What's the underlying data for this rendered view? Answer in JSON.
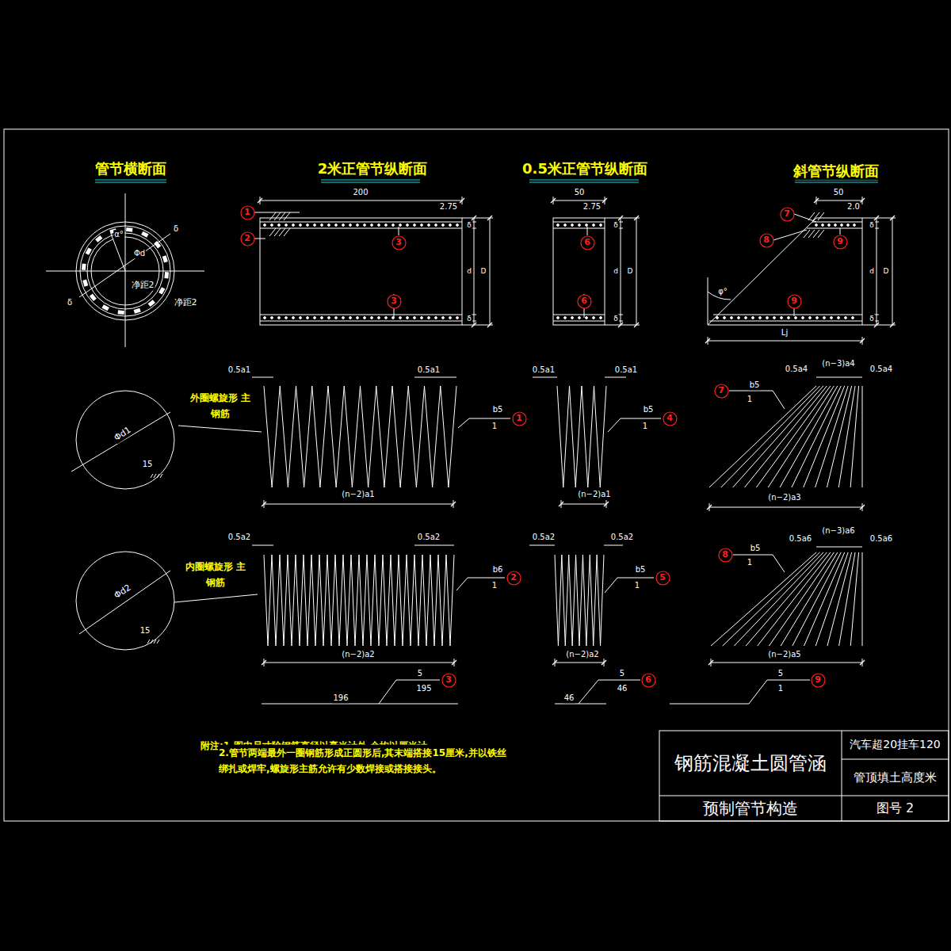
{
  "diagram": {
    "nodes": [
      {
        "text": [
          "1"
        ]
      },
      {
        "text": [
          "2"
        ]
      },
      {
        "text": [
          "3"
        ]
      },
      {
        "text": [
          "3"
        ]
      },
      {
        "text": [
          "6"
        ]
      },
      {
        "text": [
          "6"
        ]
      },
      {
        "text": [
          "7"
        ]
      },
      {
        "text": [
          "8"
        ]
      },
      {
        "text": [
          "9"
        ]
      },
      {
        "text": [
          "9"
        ]
      },
      {
        "text": [
          "1"
        ]
      },
      {
        "text": [
          "4"
        ]
      },
      {
        "text": [
          "7"
        ]
      },
      {
        "text": [
          "2"
        ]
      },
      {
        "text": [
          "5"
        ]
      },
      {
        "text": [
          "8"
        ]
      },
      {
        "text": [
          "3"
        ]
      },
      {
        "text": [
          "6"
        ]
      },
      {
        "text": [
          "9"
        ]
      },
      {
        "text": [
          "钢筋混凝土圆管涵"
        ]
      },
      {
        "text": [
          "汽车超20挂车120"
        ]
      },
      {
        "text": [
          "管顶填土高度米"
        ]
      },
      {
        "text": [
          "预制管节构造"
        ]
      },
      {
        "text": [
          "图号 2"
        ]
      }
    ],
    "labels": [
      "管节横断面",
      "2米正管节纵断面",
      "0.5米正管节纵断面",
      "斜管节纵断面",
      "α°",
      "Φd",
      "δ",
      "δ",
      "净距2",
      "净距2",
      "200",
      "2.75",
      "δ",
      "d",
      "δ",
      "D",
      "50",
      "2.75",
      "δ",
      "d",
      "δ",
      "D",
      "50",
      "2.0",
      "δ",
      "d",
      "δ",
      "D",
      "φ°",
      "Lj",
      "0.5a1",
      "0.5a1",
      "外圈螺旋形 主钢筋",
      "Φd1",
      "15",
      "b5",
      "1",
      "(n−2)a1",
      "0.5a1",
      "0.5a1",
      "b5",
      "1",
      "(n−2)a1",
      "0.5a4",
      "(n−3)a4",
      "0.5a4",
      "b5",
      "1",
      "(n−2)a3",
      "0.5a2",
      "0.5a2",
      "内圈螺旋形 主钢筋",
      "Φd2",
      "15",
      "b6",
      "1",
      "(n−2)a2",
      "0.5a2",
      "0.5a2",
      "b5",
      "1",
      "(n−2)a2",
      "0.5a6",
      "(n−3)a6",
      "0.5a6",
      "b5",
      "1",
      "(n−2)a5",
      "196",
      "5",
      "195",
      "46",
      "5",
      "46",
      "5",
      "1",
      "附注:1.图中尺寸除钢筋直径以毫米计外,余均以厘米计。",
      "2.管节两端最外一圈钢筋形成正圆形后,其末端搭接15厘米,并以铁丝绑扎或焊牢,螺旋形主筋允许有少数焊接或搭接接头。"
    ]
  }
}
